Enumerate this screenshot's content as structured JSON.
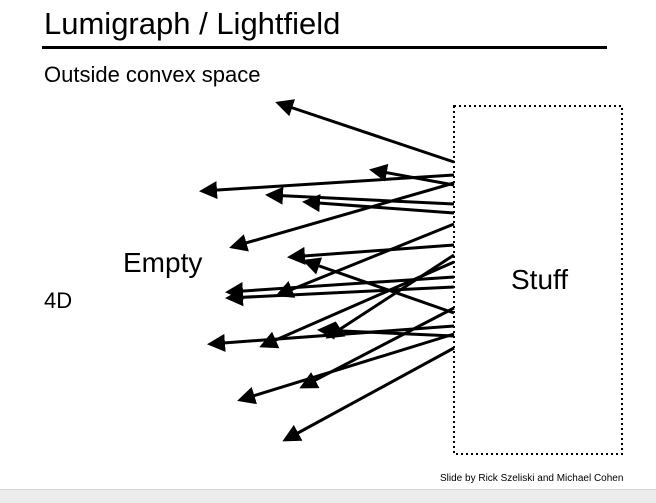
{
  "slide": {
    "title": "Lumigraph / Lightfield",
    "subtitle": "Outside convex space",
    "credit": "Slide by Rick Szeliski and Michael Cohen"
  },
  "diagram": {
    "labels": {
      "empty": "Empty",
      "stuff": "Stuff",
      "dimension": "4D"
    },
    "box_style": "dotted outline",
    "ray_count": 17
  }
}
